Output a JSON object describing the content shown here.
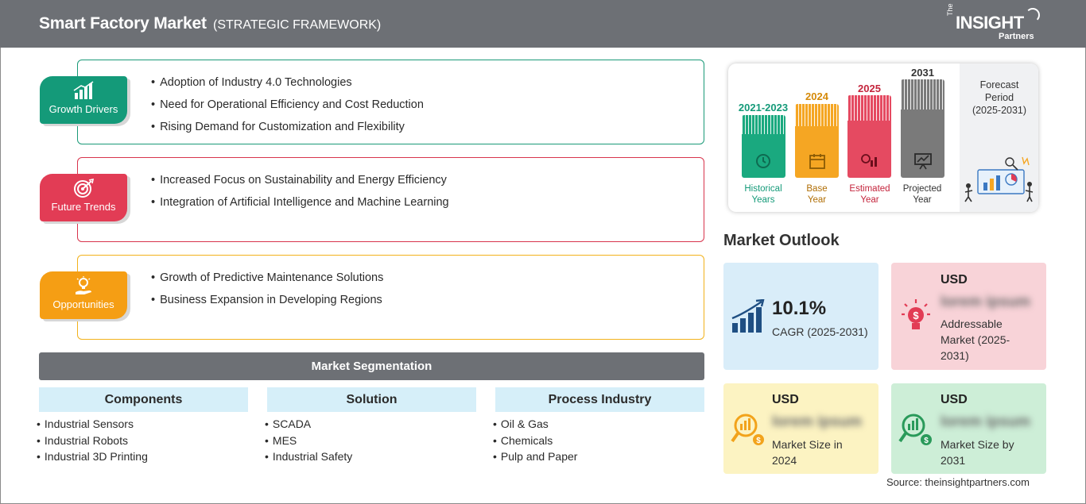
{
  "header": {
    "title": "Smart Factory Market",
    "subtitle": "(STRATEGIC FRAMEWORK)",
    "logo_the": "The",
    "logo_insight": "INSIGHT",
    "logo_partners": "Partners"
  },
  "categories": [
    {
      "badge": "Growth Drivers",
      "icon": "bar-chart-growth-icon",
      "color": "#149a79",
      "items": [
        "Adoption of Industry 4.0 Technologies",
        "Need for Operational Efficiency and Cost Reduction",
        "Rising Demand for Customization and Flexibility"
      ]
    },
    {
      "badge": "Future Trends",
      "icon": "target-icon",
      "color": "#e23c55",
      "items": [
        "Increased Focus on Sustainability and Energy Efficiency",
        "Integration of Artificial Intelligence and Machine Learning"
      ]
    },
    {
      "badge": "Opportunities",
      "icon": "lightbulb-hand-icon",
      "color": "#f59e14",
      "items": [
        "Growth of Predictive Maintenance Solutions",
        "Business Expansion in Developing Regions"
      ]
    }
  ],
  "segmentation": {
    "title": "Market Segmentation",
    "columns": [
      {
        "heading": "Components",
        "items": [
          "Industrial Sensors",
          "Industrial Robots",
          "Industrial 3D Printing"
        ]
      },
      {
        "heading": "Solution",
        "items": [
          "SCADA",
          "MES",
          "Industrial Safety"
        ]
      },
      {
        "heading": "Process Industry",
        "items": [
          "Oil & Gas",
          "Chemicals",
          "Pulp and Paper"
        ]
      }
    ]
  },
  "timeline": {
    "periods": [
      {
        "year": "2021-2023",
        "label_1": "Historical",
        "label_2": "Years",
        "color": "#149a79",
        "icon": "history-clock-icon"
      },
      {
        "year": "2024",
        "label_1": "Base",
        "label_2": "Year",
        "color": "#f5a623",
        "icon": "calendar-icon"
      },
      {
        "year": "2025",
        "label_1": "Estimated",
        "label_2": "Year",
        "color": "#e23c55",
        "icon": "gear-chart-icon"
      },
      {
        "year": "2031",
        "label_1": "Projected",
        "label_2": "Year",
        "color": "#7b7b7b",
        "icon": "presentation-board-icon"
      }
    ],
    "forecast_label": "Forecast Period",
    "forecast_range": "(2025-2031)"
  },
  "outlook": {
    "title": "Market Outlook",
    "cagr_value": "10.1%",
    "cagr_label": "CAGR (2025-2031)",
    "addressable_currency": "USD",
    "addressable_value": "lorem ipsum",
    "addressable_label": "Addressable Market (2025-2031)",
    "size_2024_currency": "USD",
    "size_2024_value": "lorem ipsum",
    "size_2024_label": "Market Size in 2024",
    "size_2031_currency": "USD",
    "size_2031_value": "lorem ipsum",
    "size_2031_label": "Market Size by 2031"
  },
  "source": "Source: theinsightpartners.com"
}
